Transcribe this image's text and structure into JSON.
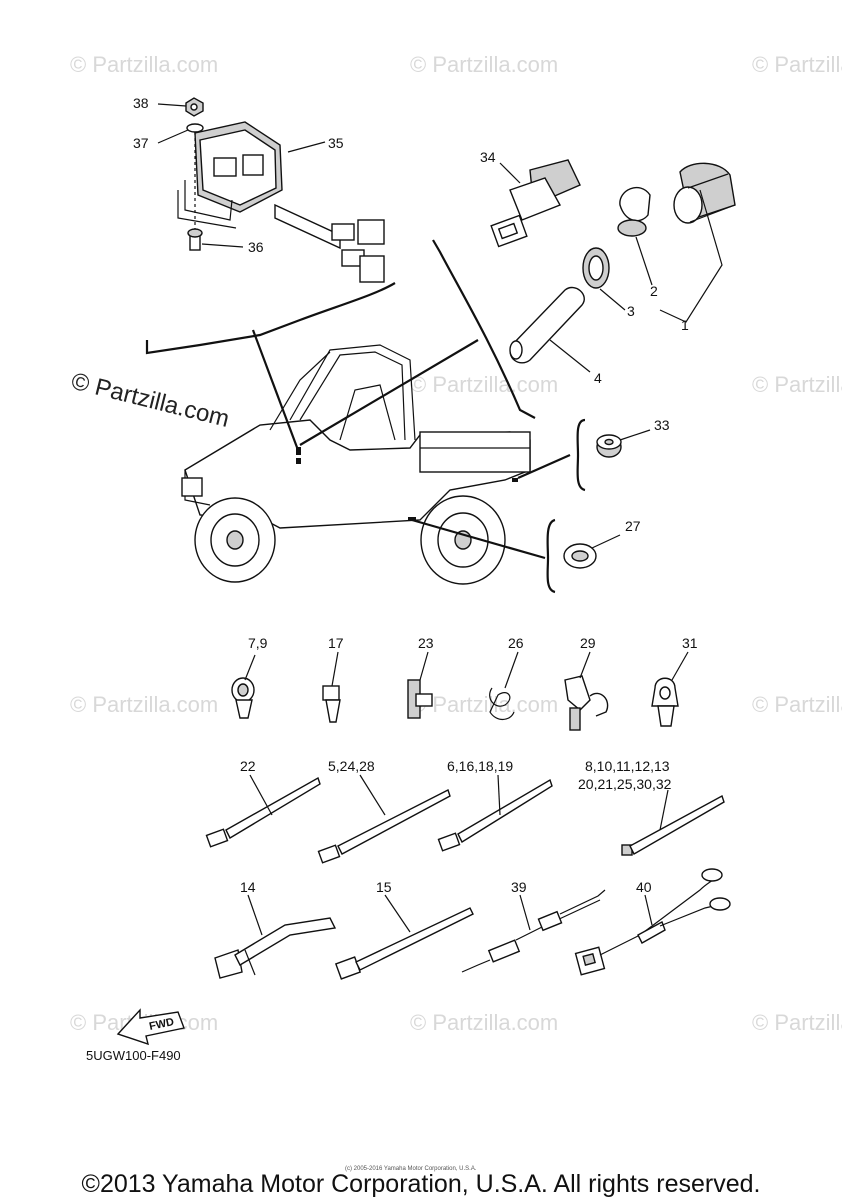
{
  "watermarks": {
    "small": "© Partzilla.com",
    "large": "© Partzilla.com"
  },
  "callouts": {
    "c1": "1",
    "c2": "2",
    "c3": "3",
    "c4": "4",
    "c33": "33",
    "c34": "34",
    "c35": "35",
    "c36": "36",
    "c37": "37",
    "c38": "38",
    "c27": "27",
    "c7_9": "7,9",
    "c17": "17",
    "c23": "23",
    "c26": "26",
    "c29": "29",
    "c31": "31",
    "c22": "22",
    "c5_24_28": "5,24,28",
    "c6_16_18_19": "6,16,18,19",
    "c8_line1": "8,10,11,12,13",
    "c8_line2": "20,21,25,30,32",
    "c14": "14",
    "c15": "15",
    "c39": "39",
    "c40": "40"
  },
  "fwd_label": "FWD",
  "diagram_code": "5UGW100-F490",
  "small_copyright": "(c) 2005-2016 Yamaha Motor Corporation, U.S.A.",
  "copyright": "©2013 Yamaha Motor Corporation, U.S.A. All rights reserved."
}
